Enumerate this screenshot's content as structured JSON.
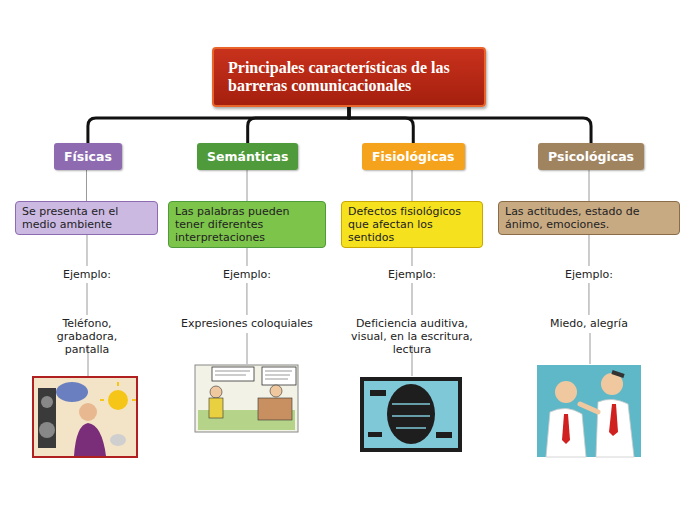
{
  "diagram": {
    "title": "Principales características de las barreras comunicacionales",
    "nodes": [
      {
        "text": [
          "Principales características de las barreras comunicacionales"
        ]
      },
      {
        "text": [
          "Físicas"
        ]
      },
      {
        "text": [
          "Semánticas"
        ]
      },
      {
        "text": [
          "Fisiológicas"
        ]
      },
      {
        "text": [
          "Psicológicas"
        ]
      },
      {
        "text": [
          "Se presenta en el medio ambiente"
        ]
      },
      {
        "text": [
          "Las palabras pueden tener diferentes interpretaciones"
        ]
      },
      {
        "text": [
          "Defectos fisiológicos que afectan los sentidos"
        ]
      },
      {
        "text": [
          "Las actitudes, estado de ánimo, emociones."
        ]
      },
      {
        "text": [
          "Ejemplo:"
        ]
      },
      {
        "text": [
          "Ejemplo:"
        ]
      },
      {
        "text": [
          "Ejemplo:"
        ]
      },
      {
        "text": [
          "Ejemplo:"
        ]
      },
      {
        "text": [
          "Teléfono, grabadora, pantalla"
        ]
      },
      {
        "text": [
          "Expresiones coloquiales"
        ]
      },
      {
        "text": [
          "Deficiencia auditiva, visual, en la escritura, lectura"
        ]
      },
      {
        "text": [
          "Miedo, alegría"
        ]
      }
    ],
    "edges": [
      {
        "from": 0,
        "to": 1,
        "arrow": "none"
      },
      {
        "from": 0,
        "to": 2,
        "arrow": "none"
      },
      {
        "from": 0,
        "to": 3,
        "arrow": "none"
      },
      {
        "from": 0,
        "to": 4,
        "arrow": "none"
      },
      {
        "from": 1,
        "to": 5,
        "arrow": "none"
      },
      {
        "from": 2,
        "to": 6,
        "arrow": "none"
      },
      {
        "from": 3,
        "to": 7,
        "arrow": "none"
      },
      {
        "from": 4,
        "to": 8,
        "arrow": "none"
      },
      {
        "from": 5,
        "to": 9,
        "arrow": "none"
      },
      {
        "from": 6,
        "to": 10,
        "arrow": "none"
      },
      {
        "from": 7,
        "to": 11,
        "arrow": "none"
      },
      {
        "from": 8,
        "to": 12,
        "arrow": "none"
      },
      {
        "from": 9,
        "to": 13,
        "arrow": "none"
      },
      {
        "from": 10,
        "to": 14,
        "arrow": "none"
      },
      {
        "from": 11,
        "to": 15,
        "arrow": "none"
      },
      {
        "from": 12,
        "to": 16,
        "arrow": "none"
      }
    ]
  }
}
